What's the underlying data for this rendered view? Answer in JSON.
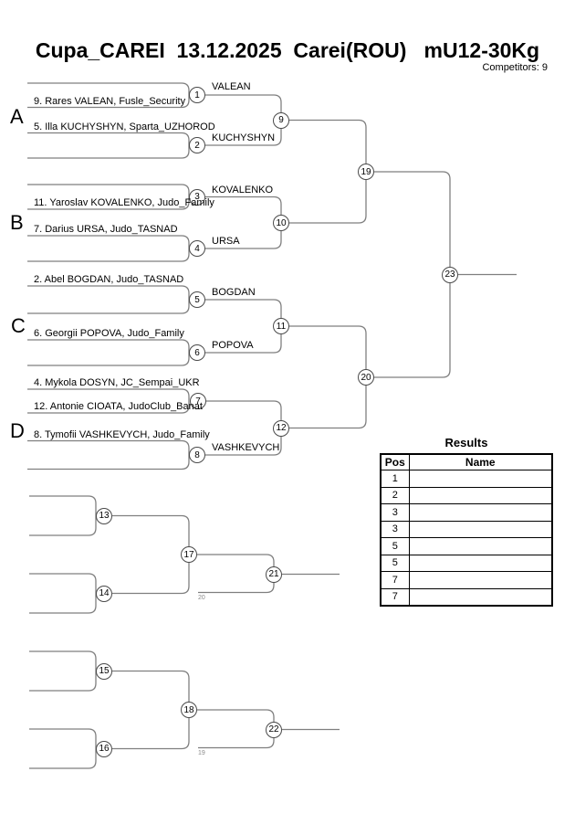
{
  "header": {
    "title": "Cupa_CAREI  13.12.2025  Carei(ROU)   mU12-30Kg",
    "competitors": "Competitors: 9"
  },
  "bracket": {
    "groups": [
      "A",
      "B",
      "C",
      "D"
    ],
    "competitors": [
      "9. Rares VALEAN, Fusle_Security",
      "5. Illa KUCHYSHYN, Sparta_UZHOROD",
      "11. Yaroslav KOVALENKO, Judo_Family",
      "7. Darius URSA, Judo_TASNAD",
      "2. Abel BOGDAN, Judo_TASNAD",
      "6. Georgii POPOVA, Judo_Family",
      "4. Mykola DOSYN, JC_Sempai_UKR",
      "12. Antonie CIOATA, JudoClub_Banat",
      "8. Tymofii VASHKEVYCH, Judo_Family"
    ],
    "advancers": [
      "VALEAN",
      "KUCHYSHYN",
      "KOVALENKO",
      "URSA",
      "BOGDAN",
      "POPOVA",
      "VASHKEVYCH"
    ],
    "match_numbers": {
      "c1": "1",
      "c2": "2",
      "c3": "3",
      "c4": "4",
      "c5": "5",
      "c6": "6",
      "c7": "7",
      "c8": "8",
      "c9": "9",
      "c10": "10",
      "c11": "11",
      "c12": "12",
      "c13": "13",
      "c14": "14",
      "c15": "15",
      "c16": "16",
      "c17": "17",
      "c18": "18",
      "c19": "19",
      "c20": "20",
      "c21": "21",
      "c22": "22",
      "c23": "23"
    },
    "repechage": {
      "feeder_upper": "20",
      "feeder_lower": "19"
    }
  },
  "results": {
    "title": "Results",
    "col_pos": "Pos",
    "col_name": "Name",
    "rows": [
      {
        "pos": "1",
        "name": ""
      },
      {
        "pos": "2",
        "name": ""
      },
      {
        "pos": "3",
        "name": ""
      },
      {
        "pos": "3",
        "name": ""
      },
      {
        "pos": "5",
        "name": ""
      },
      {
        "pos": "5",
        "name": ""
      },
      {
        "pos": "7",
        "name": ""
      },
      {
        "pos": "7",
        "name": ""
      }
    ]
  }
}
